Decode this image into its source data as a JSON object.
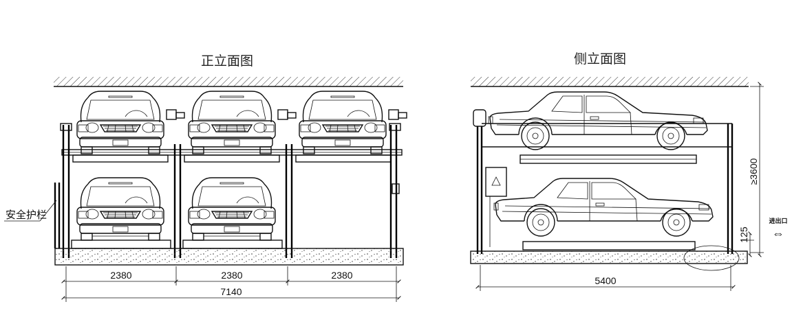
{
  "front_view": {
    "title": "正立面图",
    "callout": "安全护栏",
    "dims": [
      "2380",
      "2380",
      "2380"
    ],
    "total": "7140"
  },
  "side_view": {
    "title": "侧立面图",
    "width_dim": "5400",
    "height_dim": "≥3600",
    "pit_dim": "125",
    "entry_label": "进出口",
    "entry_arrow": "⇔"
  }
}
